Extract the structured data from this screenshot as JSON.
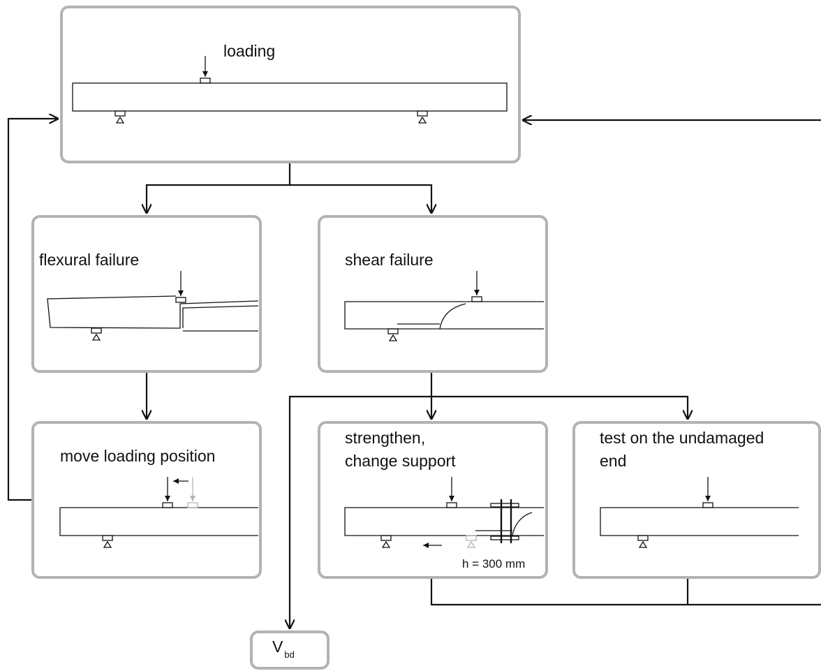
{
  "colors": {
    "box_border": "#b3b3b3",
    "line": "#111111",
    "ghost": "#b3b3b3"
  },
  "boxes": {
    "loading": {
      "title": "loading"
    },
    "flexural": {
      "title": "flexural failure"
    },
    "shear": {
      "title": "shear failure"
    },
    "move": {
      "title": "move loading position"
    },
    "strengthen": {
      "title_line1": "strengthen,",
      "title_line2": "change support",
      "dimension": "h = 300 mm"
    },
    "undamaged": {
      "title_line1": "test on the undamaged",
      "title_line2": "end"
    },
    "result": {
      "symbol": "V",
      "subscript": "bd"
    }
  }
}
